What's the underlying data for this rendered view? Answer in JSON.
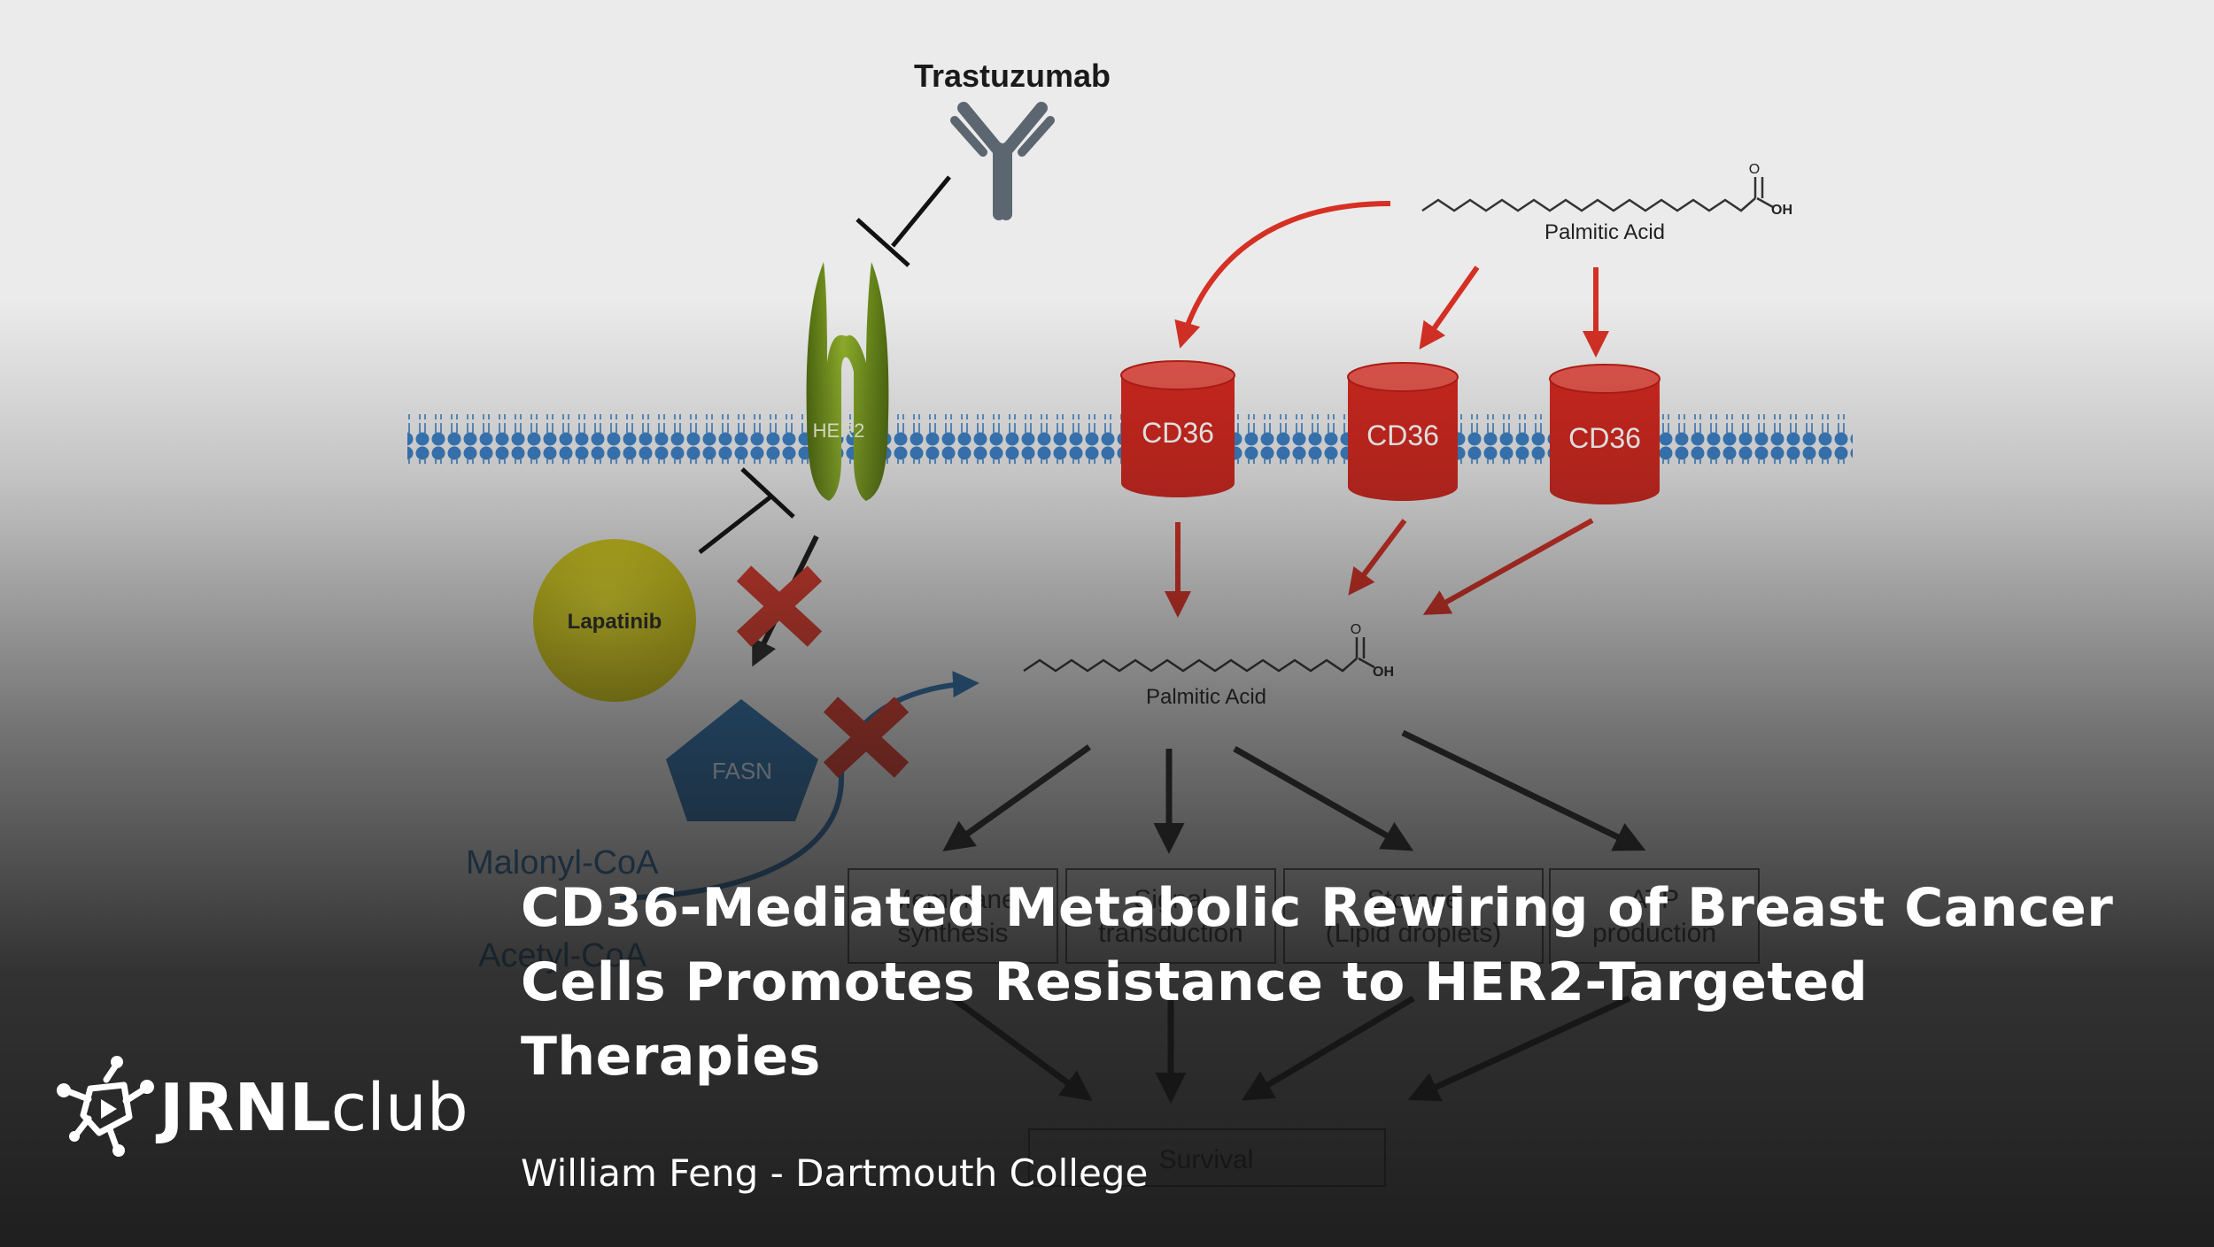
{
  "diagram": {
    "drug_antibody": "Trastuzumab",
    "drug_inhibitor": "Lapatinib",
    "receptor": "HER2",
    "transporter_label": "CD36",
    "enzyme": "FASN",
    "substrate_1": "Malonyl-CoA",
    "substrate_2": "Acetyl-CoA",
    "fatty_acid_label": "Palmitic Acid",
    "acid_group": "OH",
    "carbonyl": "O",
    "fates": [
      {
        "line1": "Membrane",
        "line2": "synthesis"
      },
      {
        "line1": "Signal",
        "line2": "transduction"
      },
      {
        "line1": "Storage",
        "line2": "(Lipid droplets)"
      },
      {
        "line1": "ATP",
        "line2": "production"
      }
    ],
    "outcome": "Survival",
    "colors": {
      "her2": "#6f8f1c",
      "cd36": "#d0271e",
      "fasn": "#2e6ea6",
      "lapatinib": "#d8cf1a",
      "antibody": "#5c6670",
      "membrane": "#3b7fc4",
      "red_arrow": "#d63024",
      "cross": "#d83a2c"
    }
  },
  "title": "CD36-Mediated Metabolic Rewiring of Breast Cancer Cells Promotes Resistance to HER2-Targeted Therapies",
  "author_line": "William Feng - Dartmouth College",
  "brand": {
    "bold": "JRNL",
    "light": "club",
    "icon": "molecule-play-icon"
  }
}
